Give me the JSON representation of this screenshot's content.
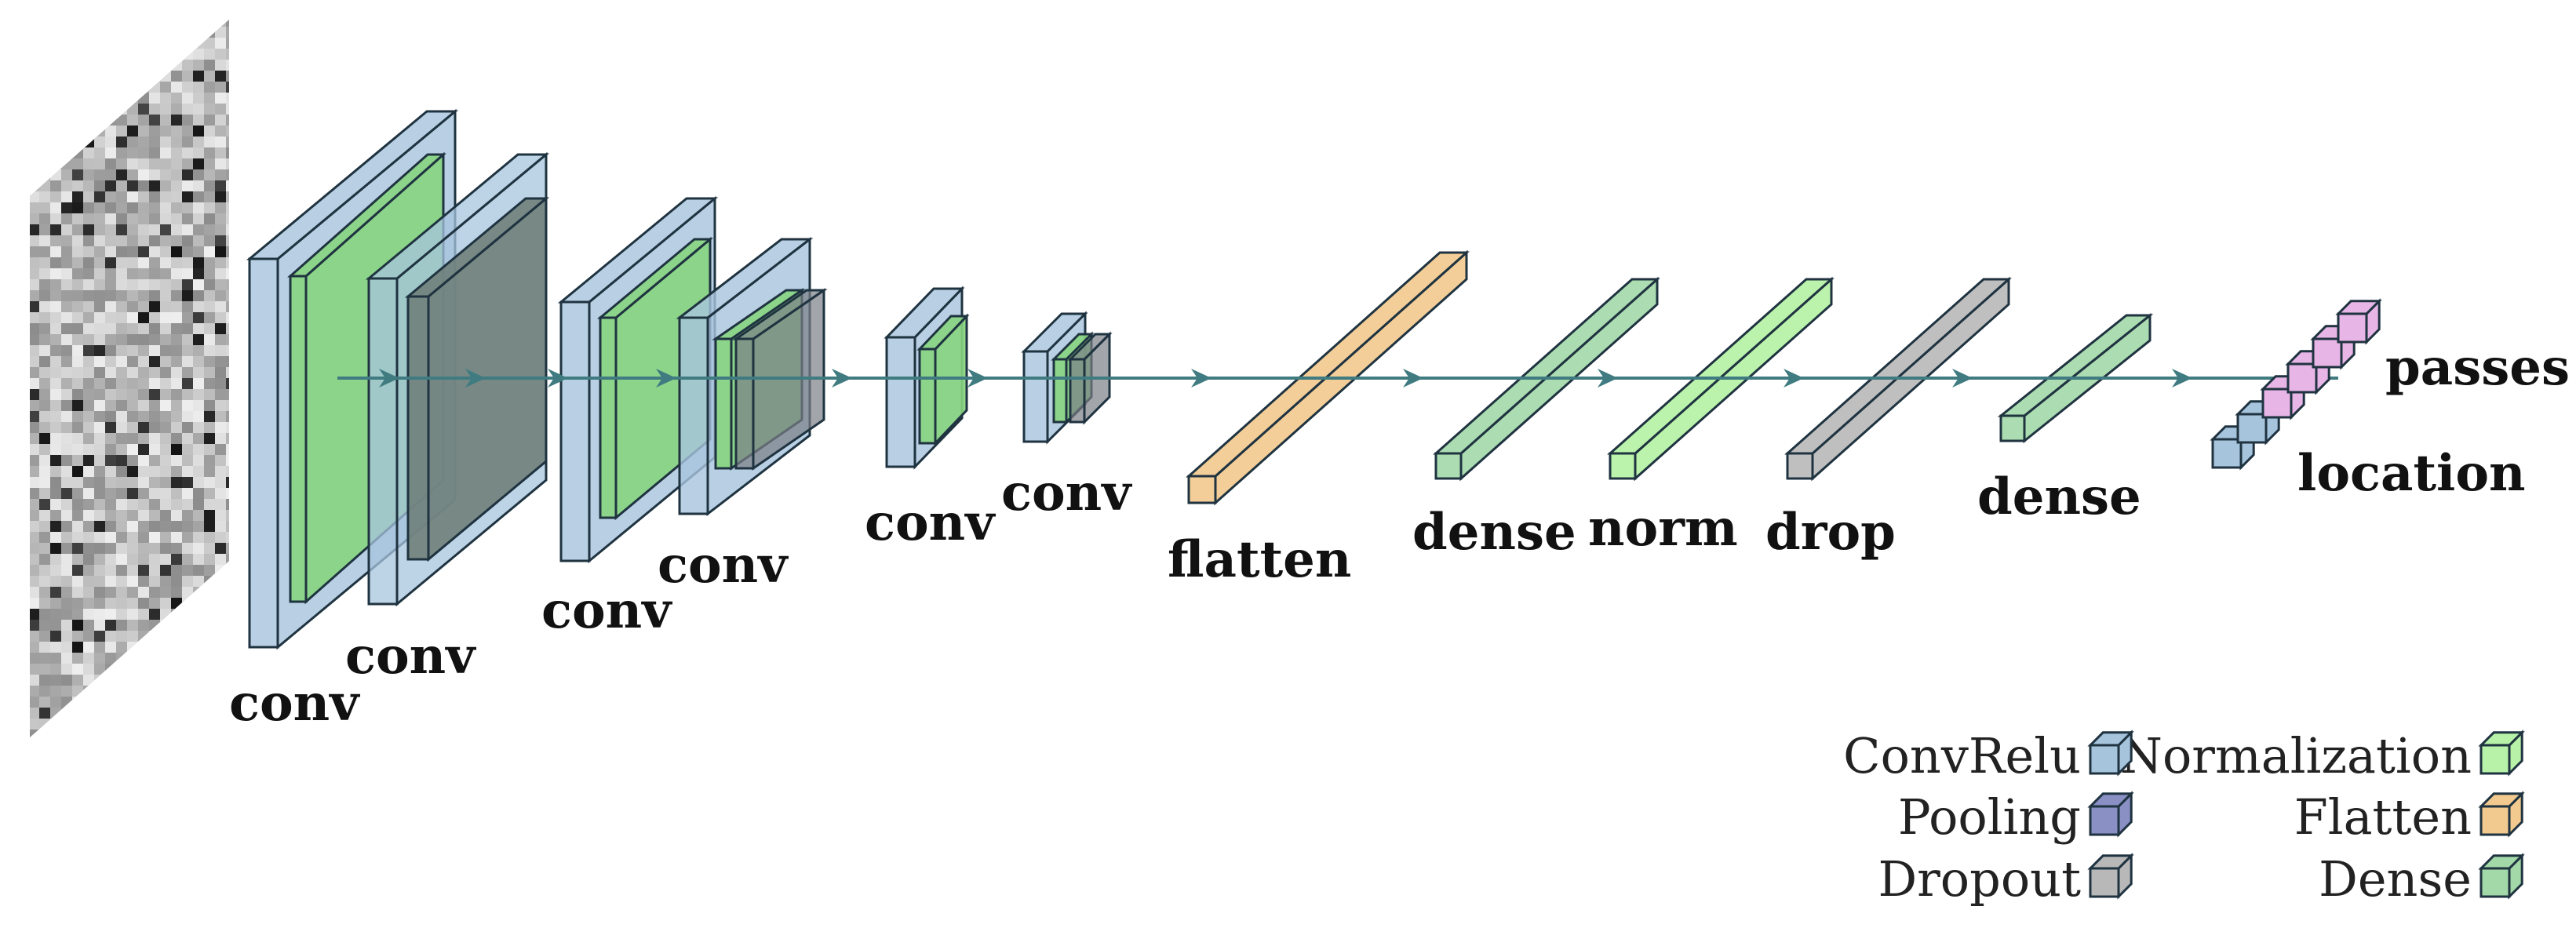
{
  "colors": {
    "conv_relu": "#a7c4dd",
    "pooling": "#8a8fc4",
    "dropout": "#b8b8b8",
    "normalization": "#b7f2a8",
    "flatten": "#f2c98e",
    "dense": "#a3d8a8",
    "inner_green": "#86d480",
    "edge": "#1f3340",
    "arrow": "#3f7b80",
    "output_location": "#a7c4dd",
    "output_passes": "#e8b6e6"
  },
  "input": {
    "kind": "grayscale-image-patch"
  },
  "layers": [
    {
      "id": "conv1",
      "label": "conv"
    },
    {
      "id": "conv2",
      "label": "conv"
    },
    {
      "id": "conv3",
      "label": "conv"
    },
    {
      "id": "conv4",
      "label": "conv"
    },
    {
      "id": "conv5",
      "label": "conv"
    },
    {
      "id": "conv6",
      "label": "conv"
    },
    {
      "id": "flatten",
      "label": "flatten"
    },
    {
      "id": "dense1",
      "label": "dense"
    },
    {
      "id": "norm",
      "label": "norm"
    },
    {
      "id": "drop",
      "label": "drop"
    },
    {
      "id": "dense2",
      "label": "dense"
    }
  ],
  "outputs": [
    {
      "id": "passes",
      "label": "passes"
    },
    {
      "id": "location",
      "label": "location"
    }
  ],
  "legend": {
    "left": [
      {
        "label": "ConvRelu",
        "color": "#a7c4dd"
      },
      {
        "label": "Pooling",
        "color": "#8a8fc4"
      },
      {
        "label": "Dropout",
        "color": "#b8b8b8"
      }
    ],
    "right": [
      {
        "label": "Normalization",
        "color": "#b7f2a8"
      },
      {
        "label": "Flatten",
        "color": "#f2c98e"
      },
      {
        "label": "Dense",
        "color": "#a3d8a8"
      }
    ]
  }
}
